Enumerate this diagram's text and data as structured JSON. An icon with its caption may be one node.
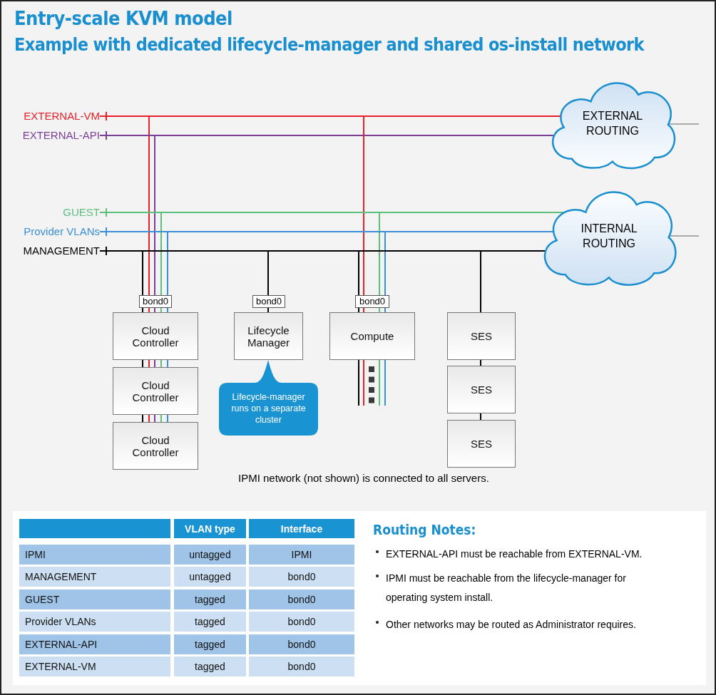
{
  "diagram": {
    "title": "Entry-scale KVM model",
    "nodes": [
      {
        "text": [
          "EXTERNAL-VM"
        ]
      },
      {
        "text": [
          "EXTERNAL-API"
        ]
      },
      {
        "text": [
          "GUEST"
        ]
      },
      {
        "text": [
          "Provider VLANs"
        ]
      },
      {
        "text": [
          "MANAGEMENT"
        ]
      },
      {
        "text": [
          "EXTERNAL ROUTING"
        ]
      },
      {
        "text": [
          "INTERNAL ROUTING"
        ]
      },
      {
        "text": [
          "bond0"
        ]
      },
      {
        "text": [
          "Cloud Controller"
        ]
      },
      {
        "text": [
          "Cloud Controller"
        ]
      },
      {
        "text": [
          "Cloud Controller"
        ]
      },
      {
        "text": [
          "bond0"
        ]
      },
      {
        "text": [
          "Lifecycle Manager"
        ]
      },
      {
        "text": [
          "Lifecycle-manager runs on a separate cluster"
        ]
      },
      {
        "text": [
          "bond0"
        ]
      },
      {
        "text": [
          "Compute"
        ]
      },
      {
        "text": [
          "SES"
        ]
      },
      {
        "text": [
          "SES"
        ]
      },
      {
        "text": [
          "SES"
        ]
      }
    ],
    "edges": [
      {
        "from": 0,
        "to": 5,
        "arrow": "none",
        "color": "#e8202a"
      },
      {
        "from": 1,
        "to": 5,
        "arrow": "none",
        "color": "#7b3f98"
      },
      {
        "from": 2,
        "to": 6,
        "arrow": "none",
        "color": "#5cbf7b"
      },
      {
        "from": 3,
        "to": 6,
        "arrow": "none",
        "color": "#3a8fd6"
      },
      {
        "from": 4,
        "to": 6,
        "arrow": "none"
      },
      {
        "from": 0,
        "to": 7,
        "arrow": "none",
        "color": "#e8202a"
      },
      {
        "from": 1,
        "to": 7,
        "arrow": "none",
        "color": "#7b3f98"
      },
      {
        "from": 2,
        "to": 7,
        "arrow": "none",
        "color": "#5cbf7b"
      },
      {
        "from": 3,
        "to": 7,
        "arrow": "none",
        "color": "#3a8fd6"
      },
      {
        "from": 4,
        "to": 7,
        "arrow": "none"
      },
      {
        "from": 4,
        "to": 11,
        "arrow": "none"
      },
      {
        "from": 0,
        "to": 14,
        "arrow": "none",
        "color": "#e8202a"
      },
      {
        "from": 2,
        "to": 14,
        "arrow": "none",
        "color": "#5cbf7b"
      },
      {
        "from": 3,
        "to": 14,
        "arrow": "none",
        "color": "#3a8fd6"
      },
      {
        "from": 4,
        "to": 14,
        "arrow": "none"
      },
      {
        "from": 4,
        "to": 16,
        "arrow": "none"
      },
      {
        "from": 7,
        "to": 8,
        "arrow": "none"
      },
      {
        "from": 7,
        "to": 8,
        "arrow": "none",
        "color": "#e8202a"
      },
      {
        "from": 7,
        "to": 8,
        "arrow": "none",
        "color": "#7b3f98"
      },
      {
        "from": 7,
        "to": 8,
        "arrow": "none",
        "color": "#5cbf7b"
      },
      {
        "from": 7,
        "to": 8,
        "arrow": "none",
        "color": "#3a8fd6"
      },
      {
        "from": 8,
        "to": 9,
        "arrow": "none"
      },
      {
        "from": 8,
        "to": 9,
        "arrow": "none",
        "color": "#e8202a"
      },
      {
        "from": 8,
        "to": 9,
        "arrow": "none",
        "color": "#7b3f98"
      },
      {
        "from": 8,
        "to": 9,
        "arrow": "none",
        "color": "#5cbf7b"
      },
      {
        "from": 8,
        "to": 9,
        "arrow": "none",
        "color": "#3a8fd6"
      },
      {
        "from": 9,
        "to": 10,
        "arrow": "none"
      },
      {
        "from": 9,
        "to": 10,
        "arrow": "none",
        "color": "#e8202a"
      },
      {
        "from": 9,
        "to": 10,
        "arrow": "none",
        "color": "#7b3f98"
      },
      {
        "from": 9,
        "to": 10,
        "arrow": "none",
        "color": "#5cbf7b"
      },
      {
        "from": 9,
        "to": 10,
        "arrow": "none",
        "color": "#3a8fd6"
      },
      {
        "from": 11,
        "to": 12,
        "arrow": "none"
      },
      {
        "from": 14,
        "to": 15,
        "arrow": "none"
      },
      {
        "from": 14,
        "to": 15,
        "arrow": "none",
        "color": "#e8202a"
      },
      {
        "from": 14,
        "to": 15,
        "arrow": "none",
        "color": "#5cbf7b"
      },
      {
        "from": 14,
        "to": 15,
        "arrow": "none",
        "color": "#3a8fd6"
      },
      {
        "from": 16,
        "to": 17,
        "arrow": "none"
      },
      {
        "from": 17,
        "to": 18,
        "arrow": "none"
      },
      {
        "from": 15,
        "to": null,
        "arrow": "none"
      },
      {
        "from": 15,
        "to": null,
        "arrow": "none",
        "color": "#e8202a"
      },
      {
        "from": 15,
        "to": null,
        "arrow": "none",
        "color": "#5cbf7b"
      },
      {
        "from": 15,
        "to": null,
        "arrow": "none",
        "color": "#3a8fd6"
      },
      {
        "from": 5,
        "to": null,
        "arrow": "none",
        "color": "#aaaaaa"
      },
      {
        "from": 6,
        "to": null,
        "arrow": "none",
        "color": "#aaaaaa"
      }
    ],
    "labels": [
      "Example with dedicated lifecycle-manager and shared os-install network",
      "IPMI network (not shown) is connected to all servers.",
      "VLAN type",
      "Interface",
      "IPMI",
      "untagged",
      "IPMI",
      "MANAGEMENT",
      "untagged",
      "bond0",
      "GUEST",
      "tagged",
      "bond0",
      "Provider VLANs",
      "tagged",
      "bond0",
      "EXTERNAL-API",
      "tagged",
      "bond0",
      "EXTERNAL-VM",
      "tagged",
      "bond0",
      "Routing Notes:",
      "EXTERNAL-API must be reachable from EXTERNAL-VM.",
      "IPMI must be reachable from the lifecycle-manager for operating system install.",
      "Other networks may be routed as Administrator requires."
    ]
  }
}
